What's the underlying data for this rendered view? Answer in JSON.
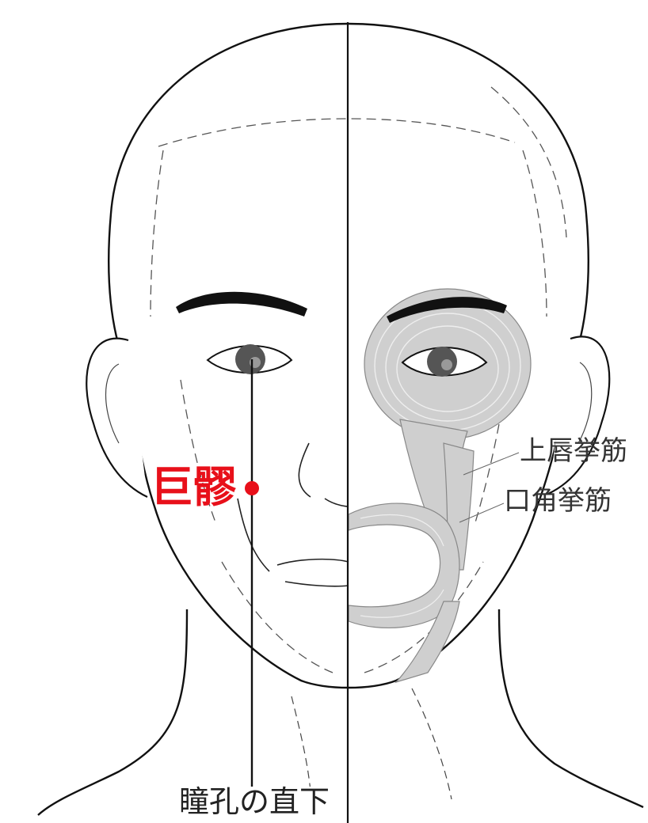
{
  "acupoint": {
    "label": "巨髎",
    "color": "#e8101a"
  },
  "muscles": [
    {
      "label": "上唇挙筋"
    },
    {
      "label": "口角挙筋"
    }
  ],
  "guide_line": {
    "label": "瞳孔の直下"
  },
  "colors": {
    "line": "#111111",
    "muscle_fill": "#cfcfcf",
    "iris": "#555555"
  }
}
